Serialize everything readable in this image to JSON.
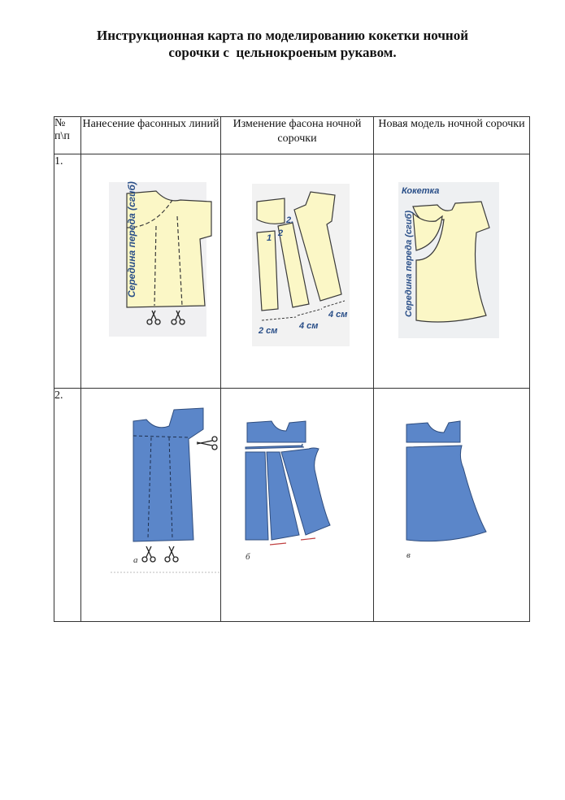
{
  "title": {
    "line1": "Инструкционная карта по моделированию кокетки ночной",
    "line2": "сорочки с  цельнокроеным рукавом."
  },
  "table": {
    "headers": {
      "number_line1": "№",
      "number_line2": "п\\п",
      "col1": "Нанесение фасонных линий",
      "col2": "Изменение фасона ночной сорочки",
      "col3": "Новая модель ночной сорочки"
    },
    "rows": [
      {
        "number": "1.",
        "illustrations": {
          "col1_label": "Середина переда (сгиб)",
          "col2_labels": [
            "1",
            "2",
            "2.",
            "2 см",
            "4 см",
            "4 см"
          ],
          "col3_labels": [
            "Кокетка",
            "Середина переда (сгиб)"
          ]
        }
      },
      {
        "number": "2.",
        "illustrations": {
          "col1_label": "а",
          "col2_label": "б",
          "col3_label": "в"
        }
      }
    ]
  },
  "colors": {
    "paper_yellow": "#fbf7c6",
    "paper_blue": "#5b86c9",
    "outline": "#3a3a3a",
    "label_blue": "#2a4f88"
  }
}
